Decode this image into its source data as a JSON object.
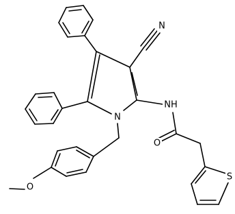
{
  "molecule": {
    "atoms": {
      "nitrile_n": "N",
      "amide_nh": "NH",
      "amide_o": "O",
      "pyrrole_n": "N",
      "methoxy_o": "O",
      "thiophene_s": "S"
    }
  }
}
